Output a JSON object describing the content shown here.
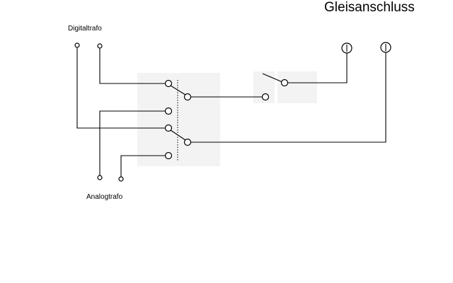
{
  "title": "Gleisanschluss",
  "labels": {
    "digital_transformer": "Digitaltrafo",
    "analog_transformer": "Analogtrafo"
  },
  "colors": {
    "background": "#ffffff",
    "lines": "#000000",
    "switch_panel": "#f3f3f3"
  }
}
